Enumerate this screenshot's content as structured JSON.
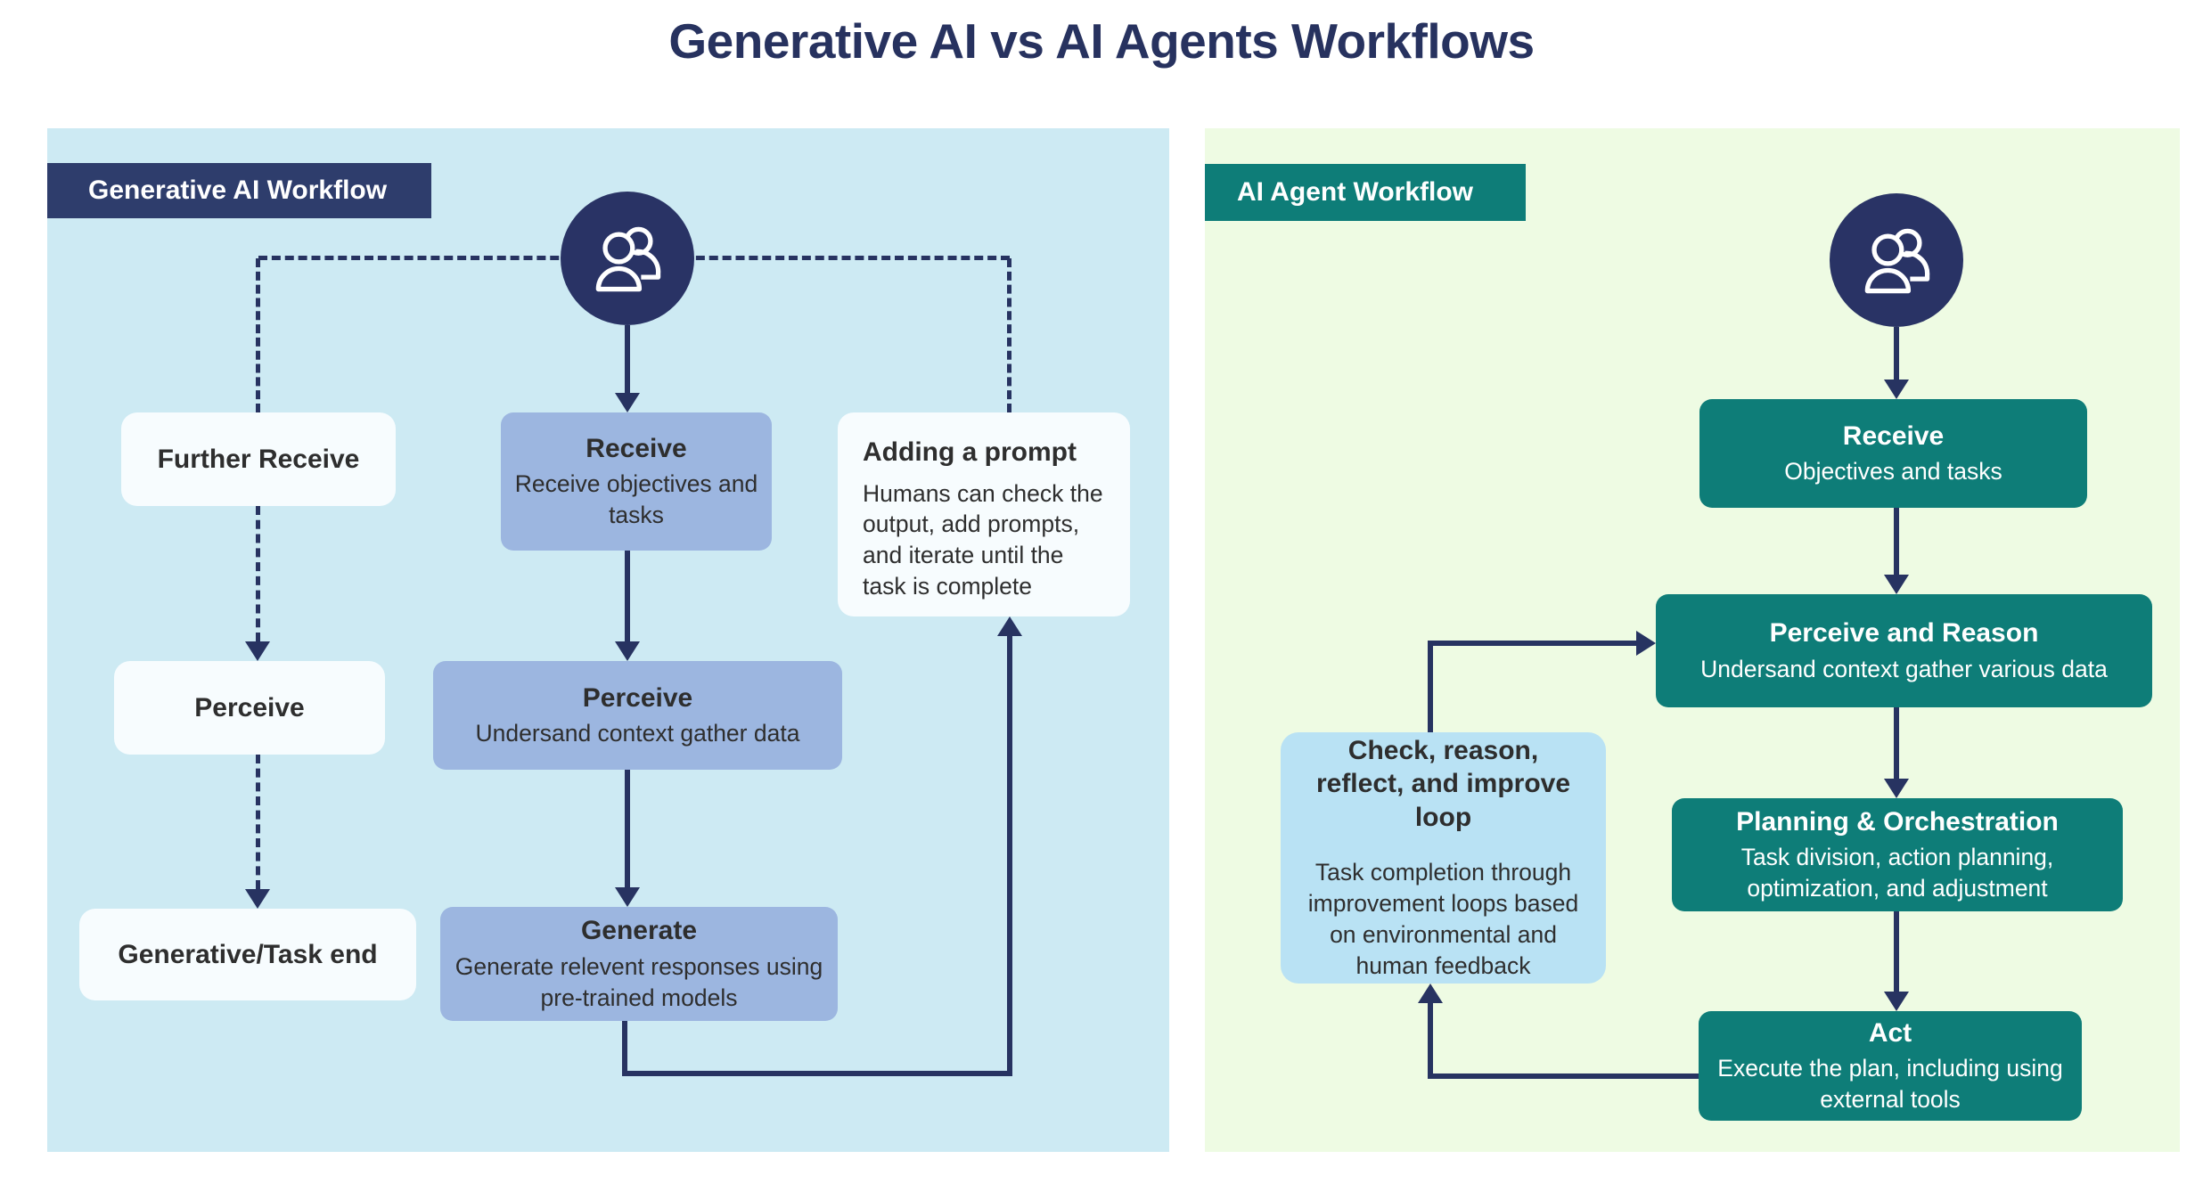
{
  "title": "Generative AI vs AI Agents Workflows",
  "colors": {
    "title_navy": "#27325f",
    "badge_navy": "#2e3d6c",
    "arrow_navy": "#273361",
    "person_circle_navy": "#293365",
    "teal": "#0e7d78",
    "periwinkle_box": "#9cb6e0",
    "white_box": "#f7fcfe",
    "check_box_blue": "#b9e2f4",
    "left_panel_bg": "#cdeaf3",
    "right_panel_bg": "#eefbe3",
    "text_dark": "#2e2e2e"
  },
  "icons": {
    "users": "two-person-outline"
  },
  "left": {
    "badge": "Generative AI Workflow",
    "further_receive": {
      "title": "Further Receive"
    },
    "receive": {
      "title": "Receive",
      "subtitle": "Receive objectives and tasks"
    },
    "adding_prompt": {
      "title": "Adding a prompt",
      "body": "Humans can check the output, add prompts, and iterate until the task is complete"
    },
    "perceive_left": {
      "title": "Perceive"
    },
    "perceive": {
      "title": "Perceive",
      "subtitle": "Undersand context gather data"
    },
    "task_end": {
      "title": "Generative/Task end"
    },
    "generate": {
      "title": "Generate",
      "subtitle": "Generate relevent responses using pre-trained models"
    }
  },
  "right": {
    "badge": "AI Agent Workflow",
    "receive": {
      "title": "Receive",
      "subtitle": "Objectives and tasks"
    },
    "perceive_reason": {
      "title": "Perceive and Reason",
      "subtitle": "Undersand context gather  various data"
    },
    "planning": {
      "title": "Planning & Orchestration",
      "subtitle": "Task division, action planning, optimization, and adjustment"
    },
    "act": {
      "title": "Act",
      "subtitle": "Execute the plan, including using external tools"
    },
    "check_loop": {
      "title": "Check, reason, reflect, and improve loop",
      "body": "Task completion through improvement loops based on environmental and human feedback"
    }
  }
}
